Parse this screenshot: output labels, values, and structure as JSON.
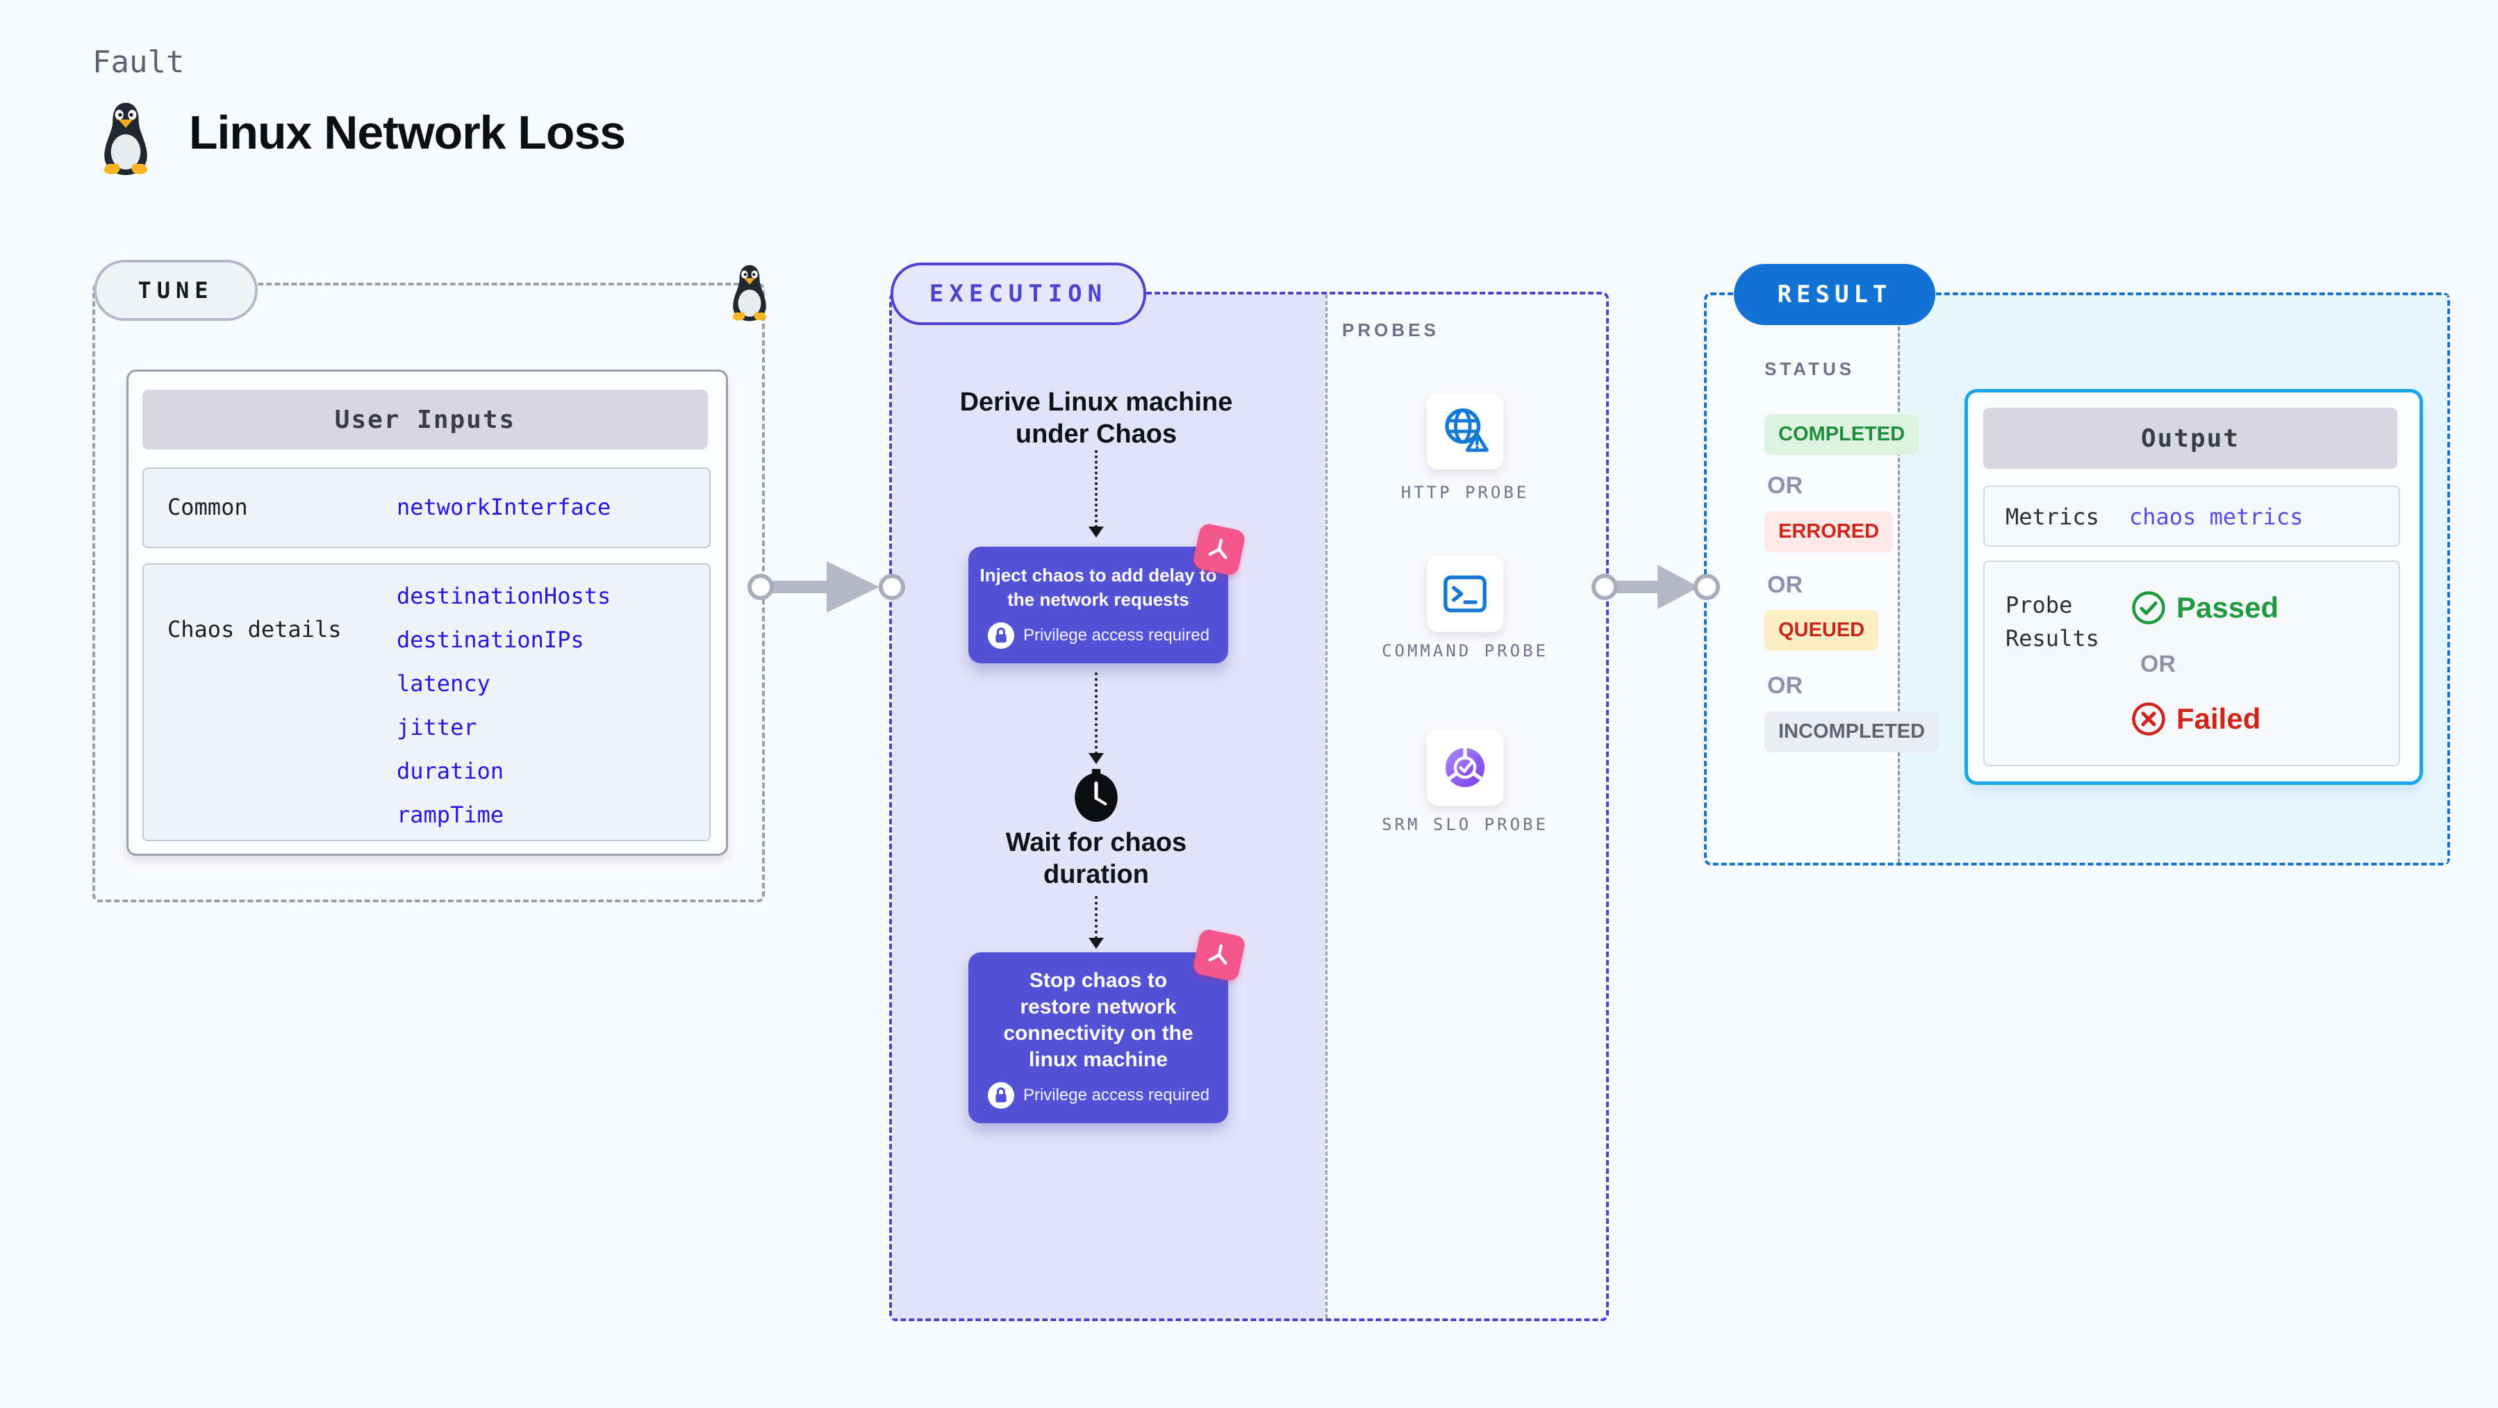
{
  "header": {
    "breadcrumb": "Fault",
    "title": "Linux Network Loss",
    "logo_icon": "tux-penguin-icon"
  },
  "tune": {
    "pill": "TUNE",
    "corner_icon": "tux-penguin-icon",
    "card": {
      "title": "User Inputs",
      "rows": [
        {
          "label": "Common",
          "params": [
            "networkInterface"
          ]
        },
        {
          "label": "Chaos details",
          "params": [
            "destinationHosts",
            "destinationIPs",
            "latency",
            "jitter",
            "duration",
            "rampTime"
          ]
        }
      ]
    }
  },
  "execution": {
    "pill": "EXECUTION",
    "derive_step": "Derive Linux machine under Chaos",
    "inject_step": "Inject chaos to add delay to the network requests",
    "wait_step": "Wait for chaos duration",
    "stop_step": "Stop chaos to restore network connectivity on the linux machine",
    "privilege_note": "Privilege access required",
    "probes": {
      "label": "PROBES",
      "items": [
        {
          "name": "HTTP PROBE",
          "icon": "globe-warning-icon"
        },
        {
          "name": "COMMAND PROBE",
          "icon": "terminal-icon"
        },
        {
          "name": "SRM SLO PROBE",
          "icon": "slo-donut-check-icon"
        }
      ]
    }
  },
  "result": {
    "pill": "RESULT",
    "status_label": "STATUS",
    "or_label": "OR",
    "statuses": [
      {
        "label": "COMPLETED",
        "fg": "#1e8e3e",
        "bg": "#def3df"
      },
      {
        "label": "ERRORED",
        "fg": "#d02418",
        "bg": "#fde9e8"
      },
      {
        "label": "QUEUED",
        "fg": "#c7251c",
        "bg": "#faefc4"
      },
      {
        "label": "INCOMPLETED",
        "fg": "#5d6474",
        "bg": "#ebecf1"
      }
    ],
    "output": {
      "title": "Output",
      "metrics_label": "Metrics",
      "metrics_value": "chaos metrics",
      "probe_results_label": "Probe Results",
      "passed_label": "Passed",
      "failed_label": "Failed"
    }
  },
  "colors": {
    "page_bg": "#f9fafd",
    "indigo_accent": "#4a44cf",
    "lavender_panel": "#e4e3f9",
    "chaos_node": "#5351d5",
    "pink_flag": "#f4578c",
    "result_blue": "#1273d4",
    "output_border": "#18a6e9",
    "output_panel": "#e9f7fd",
    "param_blue": "#2416e3",
    "metrics_purple": "#5b49e6",
    "passed_green": "#1d9b3d",
    "failed_red": "#d02418",
    "arrow_gray": "#b4b8c7"
  }
}
